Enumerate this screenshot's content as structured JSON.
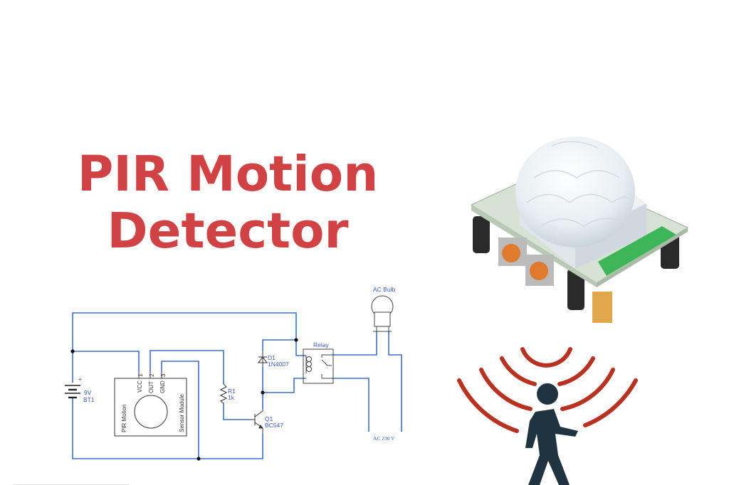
{
  "title": {
    "line1": "PIR Motion",
    "line2": "Detector",
    "color": "#d04243"
  },
  "schematic": {
    "wire_color": "#3d6fc9",
    "battery": {
      "voltage": "9V",
      "ref": "BT1",
      "plus": "+"
    },
    "sensor_module": {
      "label_left": "PIR Motion",
      "label_right": "Sensor Module",
      "pins": [
        {
          "num": "1",
          "name": "VCC"
        },
        {
          "num": "2",
          "name": "OUT"
        },
        {
          "num": "3",
          "name": "GND"
        }
      ]
    },
    "resistor": {
      "ref": "R1",
      "value": "1k"
    },
    "diode": {
      "ref": "D1",
      "value": "1N4007"
    },
    "transistor": {
      "ref": "Q1",
      "value": "BC547"
    },
    "relay": {
      "label": "Relay"
    },
    "bulb": {
      "label": "AC Bulb"
    },
    "supply": {
      "label": "AC 230 V"
    }
  },
  "illustrations": {
    "sensor_photo": "HC-SR501 PIR sensor module with fresnel dome",
    "motion_icon": {
      "figure_color": "#1f3440",
      "wave_color": "#b83222"
    }
  }
}
